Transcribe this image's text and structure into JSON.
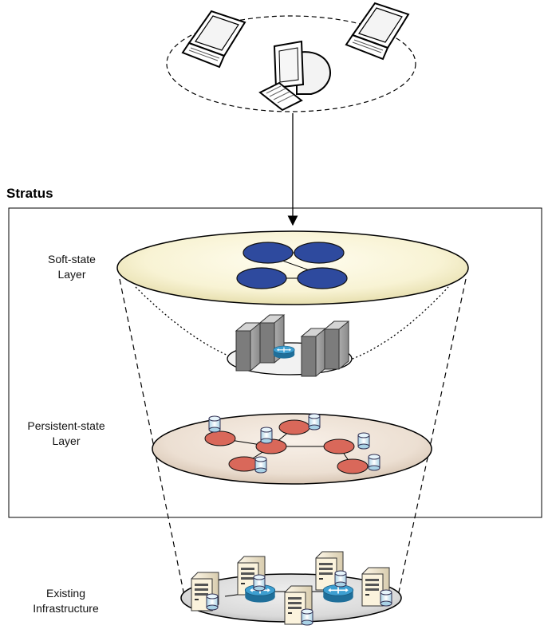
{
  "title": "Stratus",
  "layers": {
    "soft_state": {
      "line1": "Soft-state",
      "line2": "Layer"
    },
    "persistent_state": {
      "line1": "Persistent-state",
      "line2": "Layer"
    },
    "existing": {
      "line1": "Existing",
      "line2": "Infrastructure"
    }
  },
  "icons": {
    "client": [
      "laptop-icon",
      "laptop-icon",
      "desktop-computer-icon"
    ],
    "compute": [
      "server-rack-icon",
      "router-icon"
    ],
    "storage": [
      "database-icon"
    ],
    "infrastructure": [
      "server-tower-icon",
      "router-icon",
      "database-icon"
    ]
  },
  "colors": {
    "soft_node": "#2e4a9e",
    "persistent_node": "#d9685a",
    "soft_disc": "#fbf6dc",
    "persistent_disc": "#efe3d6",
    "infra_disc": "#e2e2e2",
    "router": "#2a86b8"
  }
}
